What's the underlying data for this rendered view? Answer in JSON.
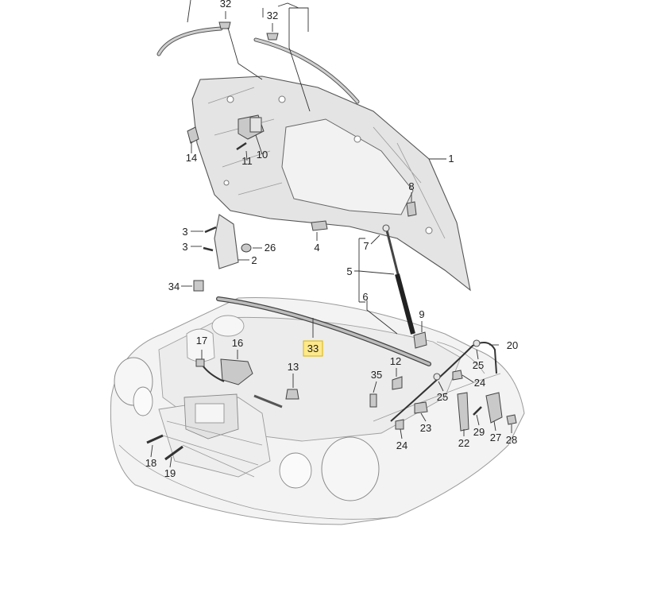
{
  "callouts": [
    {
      "id": "p1",
      "label": "1",
      "highlight": false
    },
    {
      "id": "p2",
      "label": "2",
      "highlight": false
    },
    {
      "id": "p3a",
      "label": "3",
      "highlight": false
    },
    {
      "id": "p3b",
      "label": "3",
      "highlight": false
    },
    {
      "id": "p4",
      "label": "4",
      "highlight": false
    },
    {
      "id": "p5",
      "label": "5",
      "highlight": false
    },
    {
      "id": "p6",
      "label": "6",
      "highlight": false
    },
    {
      "id": "p7",
      "label": "7",
      "highlight": false
    },
    {
      "id": "p8",
      "label": "8",
      "highlight": false
    },
    {
      "id": "p9",
      "label": "9",
      "highlight": false
    },
    {
      "id": "p10",
      "label": "10",
      "highlight": false
    },
    {
      "id": "p11",
      "label": "11",
      "highlight": false
    },
    {
      "id": "p12",
      "label": "12",
      "highlight": false
    },
    {
      "id": "p13",
      "label": "13",
      "highlight": false
    },
    {
      "id": "p14",
      "label": "14",
      "highlight": false
    },
    {
      "id": "p16",
      "label": "16",
      "highlight": false
    },
    {
      "id": "p17",
      "label": "17",
      "highlight": false
    },
    {
      "id": "p18",
      "label": "18",
      "highlight": false
    },
    {
      "id": "p19",
      "label": "19",
      "highlight": false
    },
    {
      "id": "p20",
      "label": "20",
      "highlight": false
    },
    {
      "id": "p22",
      "label": "22",
      "highlight": false
    },
    {
      "id": "p23",
      "label": "23",
      "highlight": false
    },
    {
      "id": "p24a",
      "label": "24",
      "highlight": false
    },
    {
      "id": "p24b",
      "label": "24",
      "highlight": false
    },
    {
      "id": "p25a",
      "label": "25",
      "highlight": false
    },
    {
      "id": "p25b",
      "label": "25",
      "highlight": false
    },
    {
      "id": "p26",
      "label": "26",
      "highlight": false
    },
    {
      "id": "p27",
      "label": "27",
      "highlight": false
    },
    {
      "id": "p28",
      "label": "28",
      "highlight": false
    },
    {
      "id": "p29",
      "label": "29",
      "highlight": false
    },
    {
      "id": "p32a",
      "label": "32",
      "highlight": false
    },
    {
      "id": "p32b",
      "label": "32",
      "highlight": false
    },
    {
      "id": "p33",
      "label": "33",
      "highlight": true
    },
    {
      "id": "p34",
      "label": "34",
      "highlight": false
    },
    {
      "id": "p35",
      "label": "35",
      "highlight": false
    }
  ],
  "colors": {
    "highlight_fill": "#ffe98a",
    "highlight_stroke": "#d9b400",
    "line": "#333333",
    "part_fill": "#e4e4e4"
  }
}
